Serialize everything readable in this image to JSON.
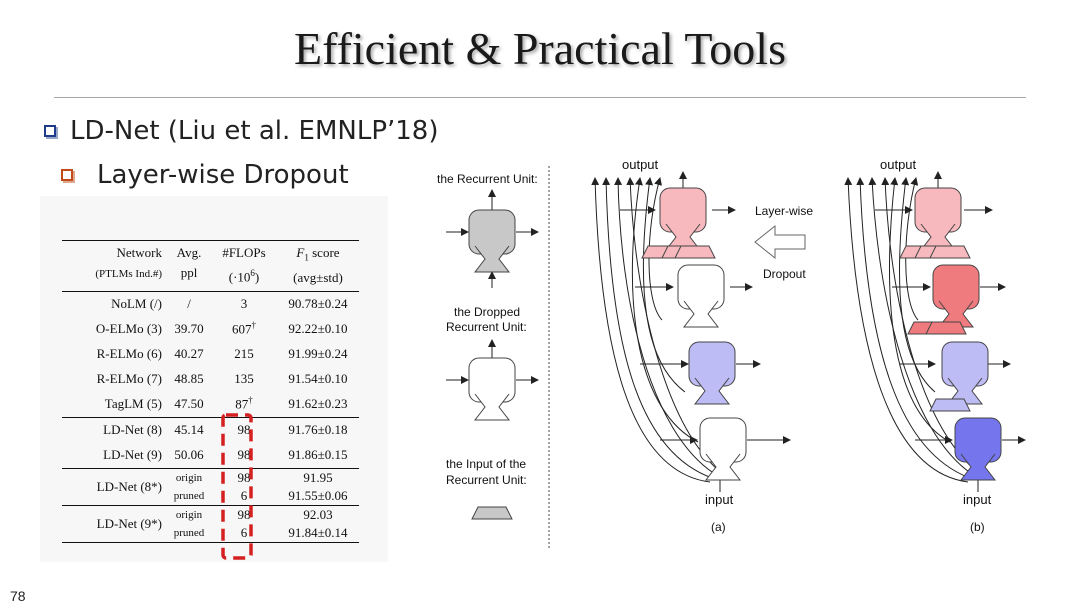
{
  "slide": {
    "title": "Efficient & Practical Tools",
    "bullet1": "LD-Net (Liu et al. EMNLP’18)",
    "bullet2": "Layer-wise Dropout",
    "page_number": "78"
  },
  "table": {
    "header": {
      "network": "Network",
      "network_sub": "(PTLMs Ind.#)",
      "ppl": "Avg.",
      "ppl_sub": "ppl",
      "flops": "#FLOPs",
      "flops_sub": "(·10",
      "flops_exp": "6",
      "flops_close": ")",
      "f1_prefix": "F",
      "f1_subscript": "1",
      "f1_suffix": " score",
      "f1_sub": "(avg±std)"
    },
    "rows": [
      {
        "network": "NoLM (/)",
        "ppl": "/",
        "flops": "3",
        "f1": "90.78±0.24"
      },
      {
        "network": "O-ELMo (3)",
        "ppl": "39.70",
        "flops": "607",
        "flops_mark": "†",
        "f1": "92.22±0.10"
      },
      {
        "network": "R-ELMo (6)",
        "ppl": "40.27",
        "flops": "215",
        "f1": "91.99±0.24"
      },
      {
        "network": "R-ELMo (7)",
        "ppl": "48.85",
        "flops": "135",
        "f1": "91.54±0.10"
      },
      {
        "network": "TagLM (5)",
        "ppl": "47.50",
        "flops": "87",
        "flops_mark": "†",
        "f1": "91.62±0.23"
      },
      {
        "network": "LD-Net (8)",
        "ppl": "45.14",
        "flops": "98",
        "f1": "91.76±0.18"
      },
      {
        "network": "LD-Net (9)",
        "ppl": "50.06",
        "flops": "98",
        "f1": "91.86±0.15"
      },
      {
        "network": "LD-Net (8*)",
        "sub1": "origin",
        "sub2": "pruned",
        "flops1": "98",
        "flops2": "6",
        "f1_1": "91.95",
        "f1_2": "91.55±0.06"
      },
      {
        "network": "LD-Net (9*)",
        "sub1": "origin",
        "sub2": "pruned",
        "flops1": "98",
        "flops2": "6",
        "f1_1": "92.03",
        "f1_2": "91.84±0.14"
      }
    ],
    "highlight_color": "#d42020"
  },
  "diagram": {
    "legend_recurrent_unit": "the Recurrent Unit:",
    "legend_dropped_line1": "the Dropped",
    "legend_dropped_line2": "Recurrent Unit:",
    "legend_input_line1": "the Input of the",
    "legend_input_line2": "Recurrent Unit:",
    "label_output": "output",
    "label_input": "input",
    "label_layerwise": "Layer-wise",
    "label_dropout": "Dropout",
    "caption_a": "(a)",
    "caption_b": "(b)",
    "colors": {
      "unit_gray": "#c8c8c8",
      "pink_light": "#f7b9bd",
      "red": "#f07b7e",
      "lavender": "#bebcf4",
      "blue": "#7575ee"
    }
  }
}
